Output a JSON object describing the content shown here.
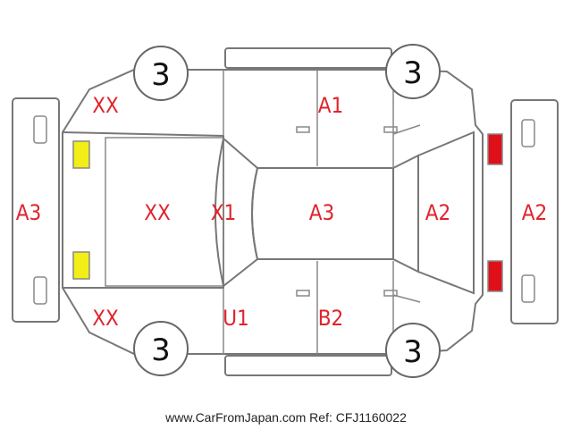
{
  "colors": {
    "damage_text": "#e0242c",
    "outline": "#777777",
    "yellow_marker": "#f2ee16",
    "red_marker": "#e0101a"
  },
  "marks": {
    "rear_panel": "A3",
    "rear_left_corner": "XX",
    "rear_right_corner": "XX",
    "trunk_lid": "XX",
    "rear_window": "X1",
    "roof": "A3",
    "left_side_panel": "A1",
    "right_rear_door": "U1",
    "right_front_door": "B2",
    "hood": "A2",
    "front_bumper": "A2"
  },
  "tyres": {
    "top_left": "3",
    "top_right": "3",
    "bottom_left": "3",
    "bottom_right": "3"
  },
  "footer": "www.CarFromJapan.com Ref: CFJ1160022"
}
